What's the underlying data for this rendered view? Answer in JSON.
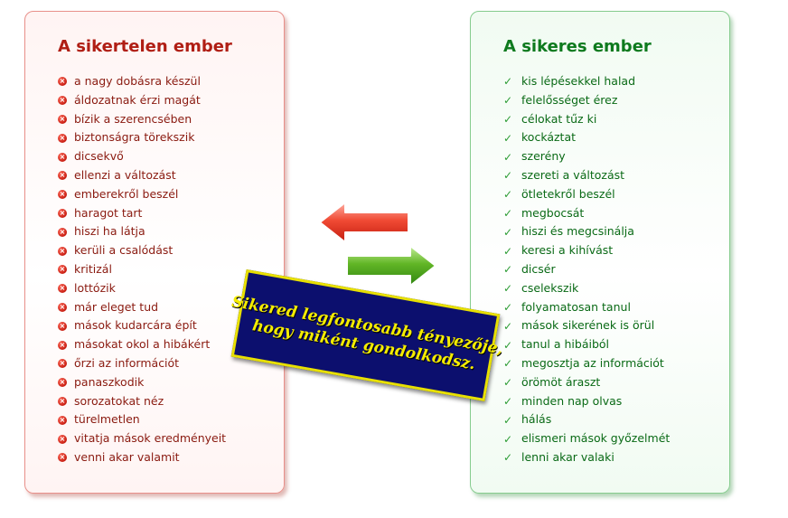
{
  "colors": {
    "failure_title": "#b01e14",
    "failure_text": "#8a1a10",
    "success_title": "#0e7a1e",
    "success_text": "#0a6a16",
    "stamp_bg": "#0c0f6e",
    "stamp_text": "#f4ec00",
    "arrow_red": "#e8301c",
    "arrow_green": "#4ea81e"
  },
  "unsuccessful": {
    "title": "A sikertelen ember",
    "icon": "x-circle-icon",
    "items": [
      "a nagy dobásra készül",
      "áldozatnak érzi magát",
      "bízik a szerencsében",
      "biztonságra törekszik",
      "dicsekvő",
      "ellenzi a változást",
      "emberekről beszél",
      "haragot tart",
      "hiszi ha látja",
      "kerüli a csalódást",
      "kritizál",
      "lottózik",
      "már eleget tud",
      "mások kudarcára épít",
      "másokat okol a hibákért",
      "őrzi az információt",
      "panaszkodik",
      "sorozatokat néz",
      "türelmetlen",
      "vitatja mások eredményeit",
      "venni akar valamit"
    ]
  },
  "successful": {
    "title": "A sikeres ember",
    "icon": "check-icon",
    "items": [
      "kis lépésekkel halad",
      "felelősséget érez",
      "célokat tűz ki",
      "kockáztat",
      "szerény",
      "szereti a változást",
      "ötletekről beszél",
      "megbocsát",
      "hiszi és megcsinálja",
      "keresi a kihívást",
      "dicsér",
      "cselekszik",
      "folyamatosan tanul",
      "mások sikerének is örül",
      "tanul a hibáiból",
      "megosztja az információt",
      "örömöt áraszt",
      "minden nap olvas",
      "hálás",
      "elismeri mások győzelmét",
      "lenni akar valaki"
    ]
  },
  "quote": {
    "line1": "Sikered legfontosabb tényezője,",
    "line2": "hogy miként gondolkodsz."
  }
}
